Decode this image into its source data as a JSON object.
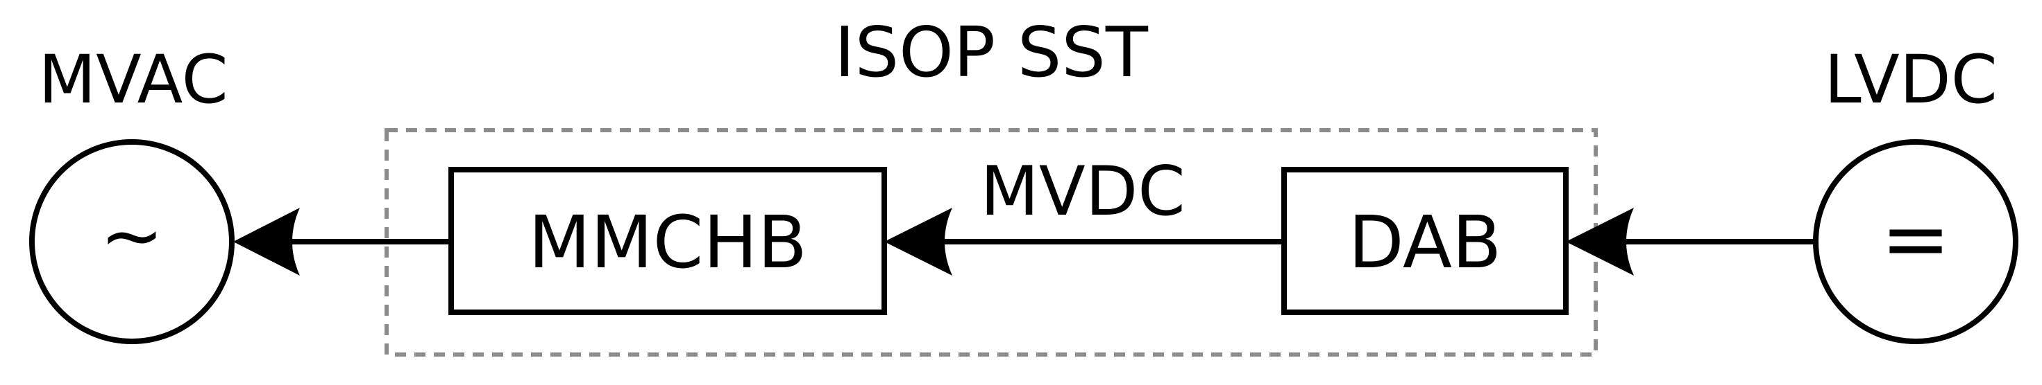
{
  "diagram": {
    "title": "ISOP SST",
    "source": {
      "label": "MVAC",
      "symbol": "~"
    },
    "sink": {
      "label": "LVDC",
      "symbol": "="
    },
    "blocks": {
      "mmchb": "MMCHB",
      "dab": "DAB"
    },
    "links": {
      "dc_bus_label": "MVDC"
    },
    "colors": {
      "line": "#000000",
      "dashed_border": "#8c8c8c",
      "background": "#ffffff"
    }
  }
}
